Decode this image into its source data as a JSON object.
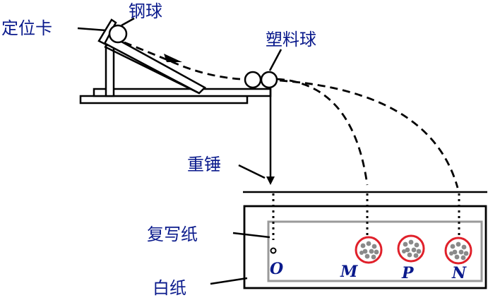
{
  "labels": {
    "locator": "定位卡",
    "steel_ball": "钢球",
    "plastic_ball": "塑料球",
    "plumb_bob": "重锤",
    "carbon_paper": "复写纸",
    "white_paper": "白纸"
  },
  "points": {
    "o": "O",
    "m": "M",
    "p": "P",
    "n": "N"
  },
  "colors": {
    "line": "#000000",
    "text": "#0a1a8c",
    "circle_ring": "#e0202a",
    "dot_fill": "#8a8a8a",
    "carbon_frame": "#9a9a9a"
  }
}
